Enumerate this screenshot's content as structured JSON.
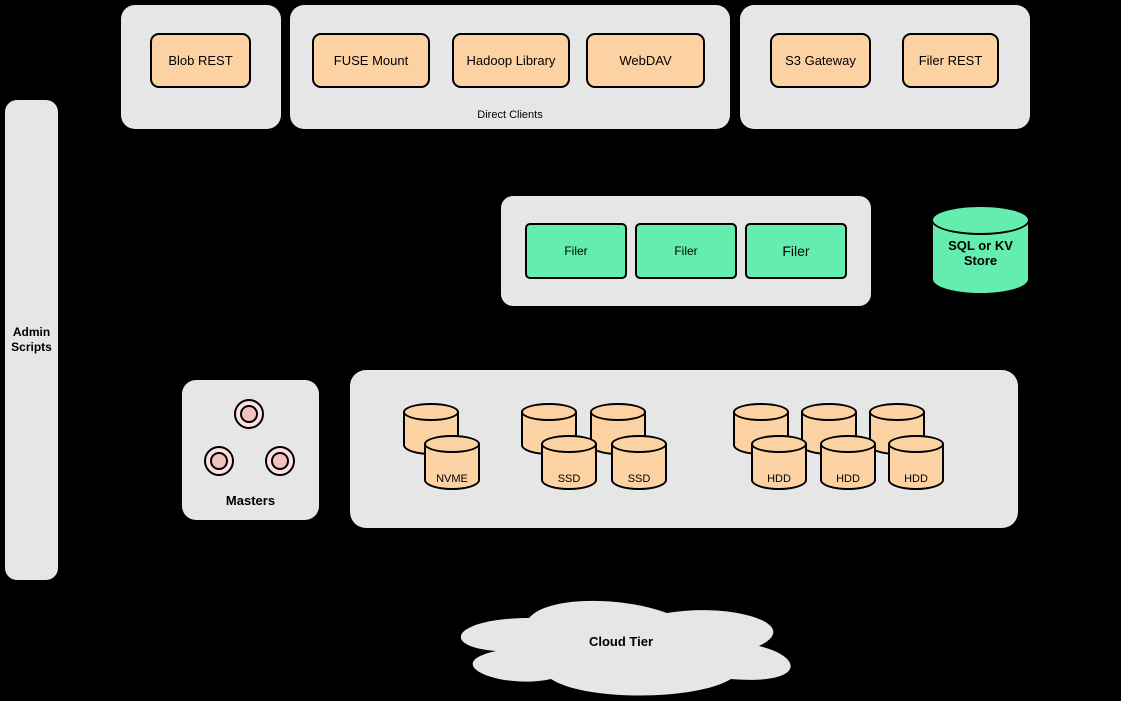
{
  "colors": {
    "background": "#000000",
    "panel_gray": "#e6e6e6",
    "node_orange": "#fcd2a2",
    "node_green": "#63eeb0",
    "node_pink": "#f4c2be",
    "stroke": "#000000"
  },
  "top_row": {
    "blob_group": {
      "button_label": "Blob REST"
    },
    "direct_clients_group": {
      "caption": "Direct Clients",
      "buttons": [
        "FUSE Mount",
        "Hadoop Library",
        "WebDAV"
      ]
    },
    "gateway_group": {
      "buttons": [
        "S3 Gateway",
        "Filer REST"
      ]
    }
  },
  "admin_bar": {
    "label": "Admin Scripts"
  },
  "filer_group": {
    "filers": [
      "Filer",
      "Filer",
      "Filer"
    ]
  },
  "kv_store": {
    "label": "SQL or KV Store"
  },
  "masters_group": {
    "caption": "Masters"
  },
  "volume_group": {
    "nvme_label": "NVME",
    "ssd_labels": [
      "SSD",
      "SSD"
    ],
    "hdd_labels": [
      "HDD",
      "HDD",
      "HDD"
    ]
  },
  "cloud_tier": {
    "label": "Cloud Tier"
  }
}
